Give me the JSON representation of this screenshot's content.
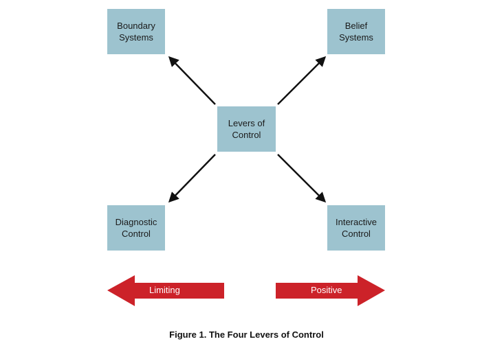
{
  "diagram": {
    "center": "Levers of\nControl",
    "nodes": {
      "top_left": "Boundary\nSystems",
      "top_right": "Belief\nSystems",
      "bottom_left": "Diagnostic\nControl",
      "bottom_right": "Interactive\nControl"
    },
    "edges": [
      {
        "from": "Levers of Control",
        "to": "Boundary Systems"
      },
      {
        "from": "Levers of Control",
        "to": "Belief Systems"
      },
      {
        "from": "Levers of Control",
        "to": "Diagnostic Control"
      },
      {
        "from": "Levers of Control",
        "to": "Interactive Control"
      }
    ],
    "scale": {
      "left_label": "Limiting",
      "right_label": "Positive"
    },
    "caption": "Figure 1.  The Four Levers of Control",
    "colors": {
      "box": "#9dc3cf",
      "arrow": "#111111",
      "scale_arrow": "#cc2229"
    }
  }
}
